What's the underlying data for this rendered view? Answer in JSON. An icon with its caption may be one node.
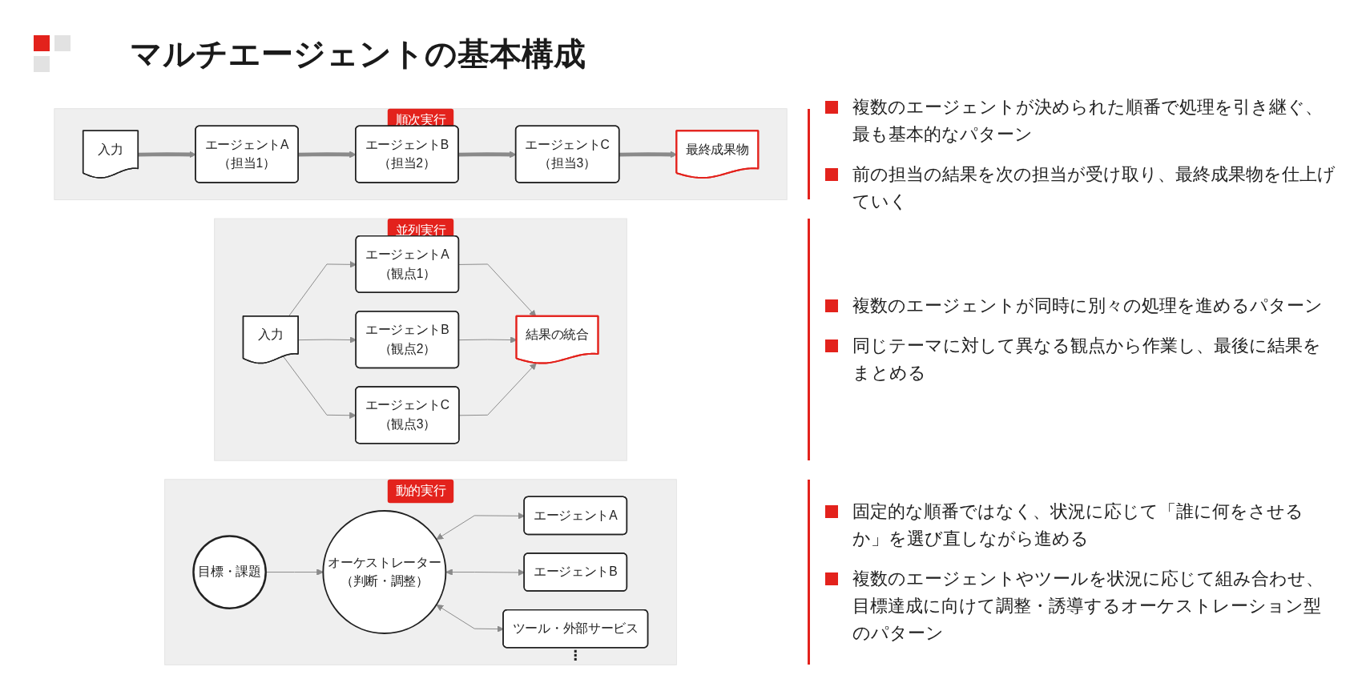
{
  "diagram": {
    "title": "マルチエージェントの基本構成",
    "nodes": [
      {
        "text": [
          "順次実行"
        ]
      },
      {
        "text": [
          "入力"
        ],
        "in": 0
      },
      {
        "text": [
          "エージェントA",
          "（担当1）"
        ],
        "in": 0
      },
      {
        "text": [
          "エージェントB",
          "（担当2）"
        ],
        "in": 0
      },
      {
        "text": [
          "エージェントC",
          "（担当3）"
        ],
        "in": 0
      },
      {
        "text": [
          "最終成果物"
        ],
        "in": 0
      },
      {
        "text": [
          "並列実行"
        ]
      },
      {
        "text": [
          "入力"
        ],
        "in": 6
      },
      {
        "text": [
          "エージェントA",
          "（観点1）"
        ],
        "in": 6
      },
      {
        "text": [
          "エージェントB",
          "（観点2）"
        ],
        "in": 6
      },
      {
        "text": [
          "エージェントC",
          "（観点3）"
        ],
        "in": 6
      },
      {
        "text": [
          "結果の統合"
        ],
        "in": 6
      },
      {
        "text": [
          "動的実行"
        ]
      },
      {
        "text": [
          "目標・課題"
        ],
        "in": 12
      },
      {
        "text": [
          "オーケストレーター",
          "（判断・調整）"
        ],
        "in": 12
      },
      {
        "text": [
          "エージェントA"
        ],
        "in": 12
      },
      {
        "text": [
          "エージェントB"
        ],
        "in": 12
      },
      {
        "text": [
          "ツール・外部サービス"
        ],
        "in": 12
      }
    ],
    "edges": [
      {
        "from": 1,
        "to": 2,
        "arrow": "to",
        "style": "thick"
      },
      {
        "from": 2,
        "to": 3,
        "arrow": "to",
        "style": "thick"
      },
      {
        "from": 3,
        "to": 4,
        "arrow": "to",
        "style": "thick"
      },
      {
        "from": 4,
        "to": 5,
        "arrow": "to",
        "style": "thick"
      },
      {
        "from": 7,
        "to": 8,
        "arrow": "to"
      },
      {
        "from": 7,
        "to": 9,
        "arrow": "to"
      },
      {
        "from": 7,
        "to": 10,
        "arrow": "to"
      },
      {
        "from": 8,
        "to": 11,
        "arrow": "to"
      },
      {
        "from": 9,
        "to": 11,
        "arrow": "to"
      },
      {
        "from": 10,
        "to": 11,
        "arrow": "to"
      },
      {
        "from": 13,
        "to": 14,
        "arrow": "to"
      },
      {
        "from": 14,
        "to": 15,
        "arrow": "both"
      },
      {
        "from": 14,
        "to": 16,
        "arrow": "both"
      },
      {
        "from": 14,
        "to": 17,
        "arrow": "both"
      }
    ],
    "labels": [
      "複数のエージェントが決められた順番で処理を引き継ぐ、最も基本的なパターン",
      "前の担当の結果を次の担当が受け取り、最終成果物を仕上げていく",
      "複数のエージェントが同時に別々の処理を進めるパターン",
      "同じテーマに対して異なる観点から作業し、最後に結果をまとめる",
      "⋮",
      "固定的な順番ではなく、状況に応じて「誰に何をさせるか」を選び直しながら進める",
      "複数のエージェントやツールを状況に応じて組み合わせ、目標達成に向けて調整・誘導するオーケストレーション型のパターン"
    ]
  }
}
